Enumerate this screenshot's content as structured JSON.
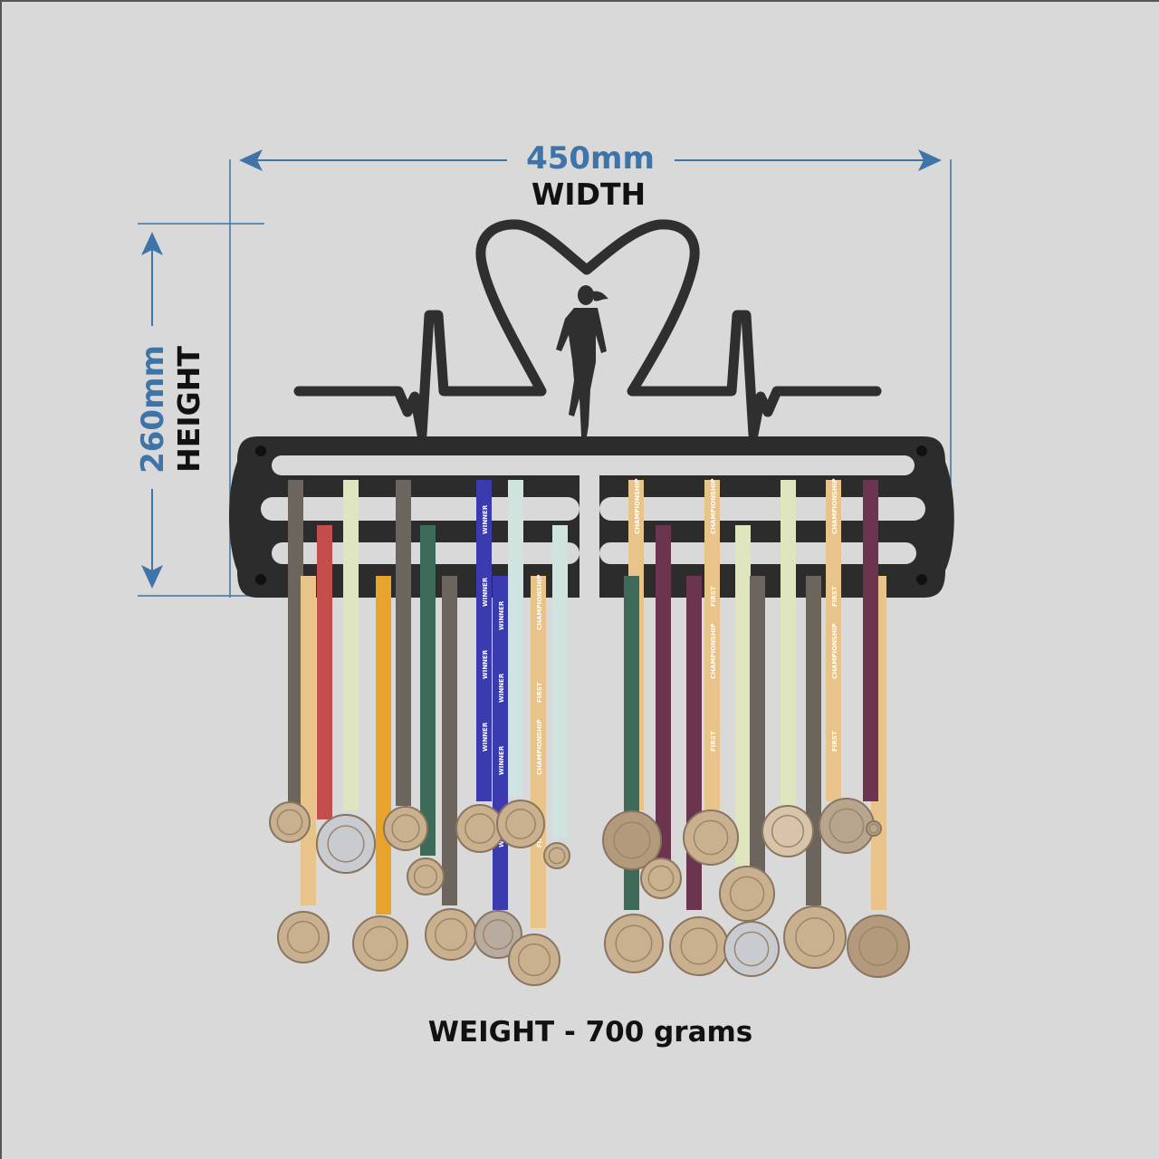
{
  "dimensions": {
    "width_value": "450mm",
    "width_label": "WIDTH",
    "height_value": "260mm",
    "height_label": "HEIGHT",
    "weight_label": "WEIGHT - 700 grams"
  },
  "ribbon_text": {
    "winner": "WINNER",
    "championship": "CHAMPIONSHIP",
    "first": "FIRST"
  },
  "colors": {
    "dimension_blue": "#3f74a8",
    "hanger": "#2f2f2f",
    "background": "#d9d9d9",
    "text": "#111111"
  }
}
